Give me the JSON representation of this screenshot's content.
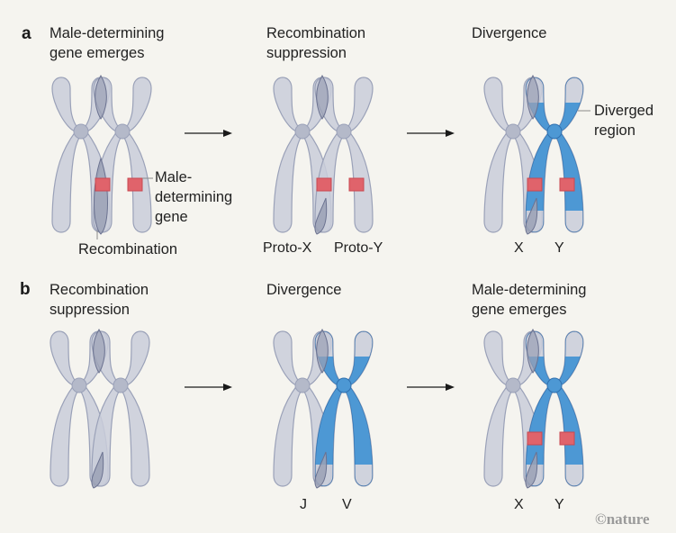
{
  "colors": {
    "background": "#f5f4ef",
    "chromosome": "#c9ccd9",
    "chromosome_stroke": "#9aa1b8",
    "overlap": "#9ba1b5",
    "diverged": "#4d98d4",
    "diverged_stroke": "#2f6fae",
    "gene": "#e0636b",
    "gene_stroke": "#c94850"
  },
  "panel_a": {
    "label": "a",
    "steps": [
      {
        "title": "Male-determining\ngene emerges",
        "annotations": {
          "gene": "Male-\ndetermining\ngene",
          "recombination": "Recombination"
        }
      },
      {
        "title": "Recombination\nsuppression",
        "chromosome_labels": [
          "Proto-X",
          "Proto-Y"
        ]
      },
      {
        "title": "Divergence",
        "annotations": {
          "diverged": "Diverged\nregion"
        },
        "chromosome_labels": [
          "X",
          "Y"
        ]
      }
    ]
  },
  "panel_b": {
    "label": "b",
    "steps": [
      {
        "title": "Recombination\nsuppression"
      },
      {
        "title": "Divergence",
        "chromosome_labels": [
          "J",
          "V"
        ]
      },
      {
        "title": "Male-determining\ngene emerges",
        "chromosome_labels": [
          "X",
          "Y"
        ]
      }
    ]
  },
  "credit": "©nature"
}
